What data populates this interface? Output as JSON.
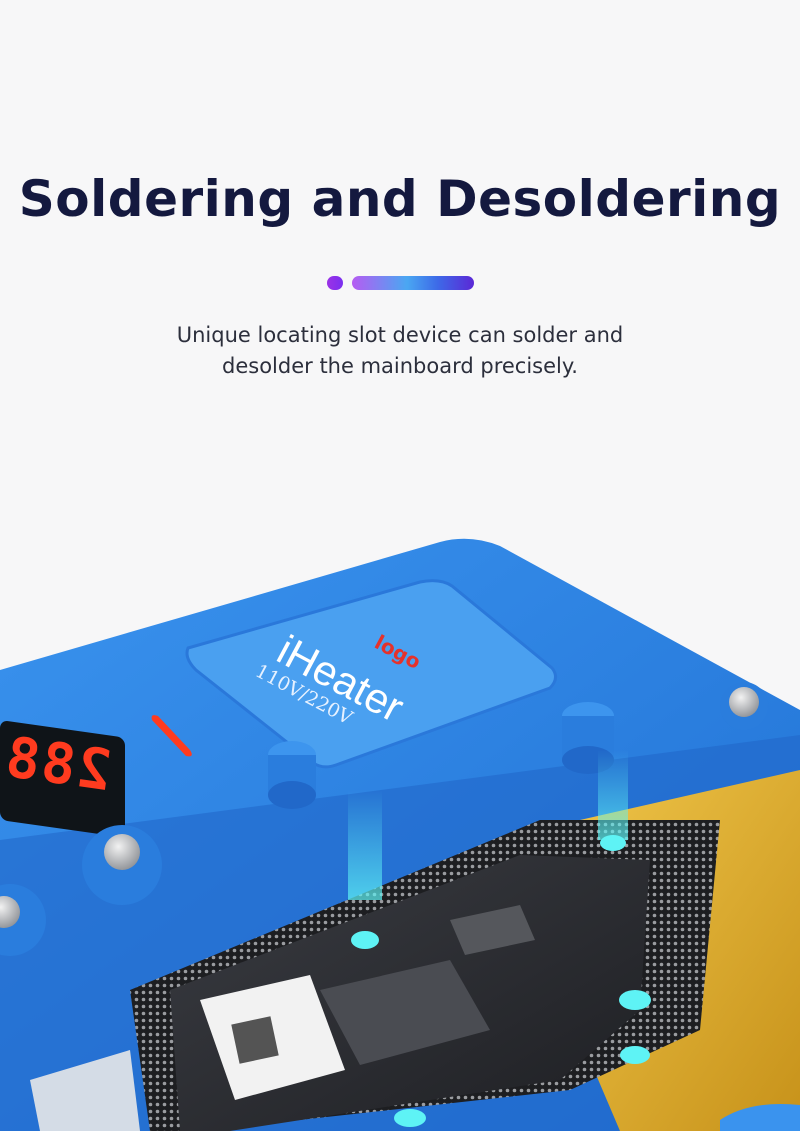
{
  "heading": {
    "title": "Soldering and Desoldering",
    "subtitle_line1": "Unique locating slot device can solder and",
    "subtitle_line2": "desolder the mainboard precisely."
  },
  "device": {
    "brand": "iHeater",
    "voltage": "110V/220V",
    "maker_logo": "logo",
    "display_digits": "288"
  },
  "colors": {
    "title": "#14193f",
    "fixture_blue": "#2f86e6",
    "board_gold": "#e2b22c",
    "pcb_dark": "#2a2c30",
    "led_red": "#ff3b1f",
    "glow_cyan": "#5ef3f5",
    "accent_purple": "#9b32e6",
    "accent_blue": "#4aa7f2"
  }
}
